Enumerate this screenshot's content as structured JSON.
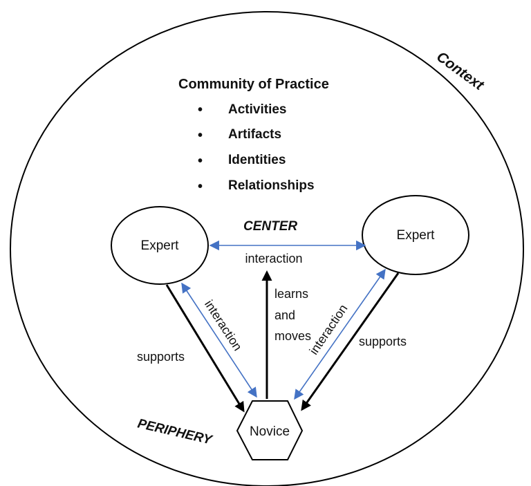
{
  "context_label": "Context",
  "title": "Community of Practice",
  "bullets": [
    "Activities",
    "Artifacts",
    "Identities",
    "Relationships"
  ],
  "bullet_symbol": "•",
  "center_label": "CENTER",
  "periphery_label": "PERIPHERY",
  "nodes": {
    "expert_left": "Expert",
    "expert_right": "Expert",
    "novice": "Novice"
  },
  "labels": {
    "interaction_top": "interaction",
    "interaction_left": "interaction",
    "interaction_right": "interaction",
    "supports_left": "supports",
    "supports_right": "supports",
    "learns": "learns",
    "and": "and",
    "moves": "moves"
  },
  "colors": {
    "interaction_arrow": "#4472C4",
    "support_arrow": "#000000"
  }
}
